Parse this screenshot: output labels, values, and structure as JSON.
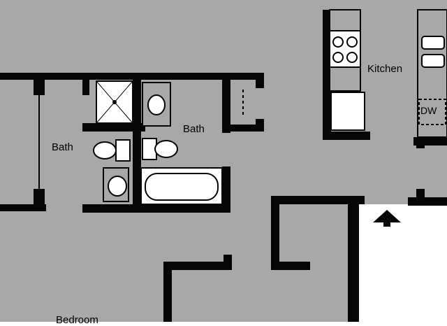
{
  "floorplan": {
    "rooms": [
      {
        "id": "bath-left",
        "label": "Bath"
      },
      {
        "id": "bath-right",
        "label": "Bath"
      },
      {
        "id": "kitchen",
        "label": "Kitchen"
      },
      {
        "id": "bedroom",
        "label": "Bedroom"
      }
    ],
    "appliances": {
      "dishwasher_label": "DW"
    },
    "colors": {
      "floor": "#a8a8a8",
      "wall": "#050505",
      "fixture": "#ffffff",
      "exterior": "#ffffff"
    },
    "icons": [
      "entry-arrow-icon",
      "stove-icon",
      "sink-icon",
      "toilet-icon",
      "bathtub-icon",
      "shower-icon",
      "dishwasher-icon"
    ]
  }
}
